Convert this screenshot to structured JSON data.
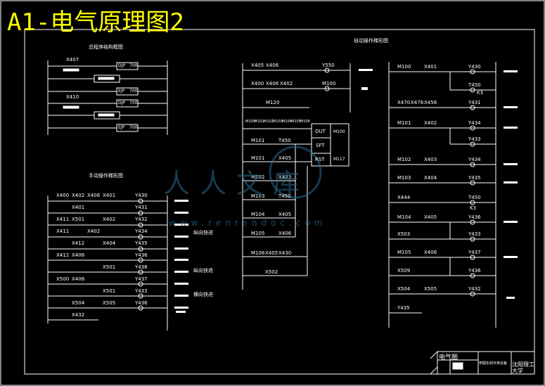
{
  "overlay_title": "A1-电气原理图2",
  "watermark": {
    "text": "人人文库",
    "url": "www.renrendoc.com"
  },
  "sections": {
    "program_structure": "总程序结构框图",
    "manual": "手动操作梯形图",
    "auto": "自动操作梯形图"
  },
  "side_notes": [
    "纵向快进",
    "纵向快退",
    "横向快进"
  ],
  "title_block": {
    "drawing_name": "电气图",
    "machine": "伊圆车削专用设备",
    "school": "沈阳理工大学"
  },
  "left_block": {
    "contacts": [
      "X407",
      "X410"
    ],
    "instructions": [
      "DJP",
      "700",
      "EJP",
      "700",
      "DJP",
      "700",
      "EJP",
      "700"
    ]
  },
  "manual_rungs": [
    {
      "contacts": [
        "X400",
        "X402",
        "X406",
        "X401"
      ],
      "coil": "Y430"
    },
    {
      "contacts": [
        "X401"
      ],
      "coil": "Y431"
    },
    {
      "contacts": [
        "X411",
        "X501",
        "X402"
      ],
      "coil": "Y432"
    },
    {
      "contacts": [
        "X411",
        "X402"
      ],
      "coil": "Y434"
    },
    {
      "contacts": [
        "X412",
        "X404"
      ],
      "coil": "Y435"
    },
    {
      "contacts": [
        "X412",
        "X406"
      ],
      "coil": "Y436"
    },
    {
      "contacts": [
        "X501"
      ],
      "coil": "Y438"
    },
    {
      "contacts": [
        "X500",
        "X406"
      ],
      "coil": "Y437"
    },
    {
      "contacts": [
        "X501"
      ],
      "coil": "Y433"
    },
    {
      "contacts": [
        "X504",
        "X505"
      ],
      "coil": "Y436"
    },
    {
      "contacts": [
        "X432"
      ],
      "coil": ""
    }
  ],
  "mid_rungs": [
    {
      "contacts": [
        "X405",
        "X406"
      ],
      "coil": "Y550"
    },
    {
      "contacts": [
        "X400",
        "X406",
        "X402"
      ],
      "coil": "M100"
    },
    {
      "contacts": [
        "M120"
      ],
      "coil": ""
    }
  ],
  "shift_register": {
    "inputs": [
      "M100",
      "M101",
      "M102",
      "M103",
      "M104",
      "M105",
      "M106"
    ],
    "labels": [
      "OUT",
      "SFT",
      "RST"
    ],
    "range": [
      "M100",
      "M117"
    ]
  },
  "mid_lower_rungs": [
    {
      "contacts": [
        "M101",
        "T450"
      ]
    },
    {
      "contacts": [
        "M101",
        "X405"
      ]
    },
    {
      "contacts": [
        "M102",
        "X403"
      ]
    },
    {
      "contacts": [
        "M103",
        "T450"
      ]
    },
    {
      "contacts": [
        "M104",
        "X405"
      ]
    },
    {
      "contacts": [
        "M105",
        "X406"
      ]
    },
    {
      "contacts": [
        "M106",
        "X405",
        "X430"
      ]
    },
    {
      "contacts": [
        "X502"
      ]
    }
  ],
  "right_rungs": [
    {
      "contacts": [
        "M100",
        "X401"
      ],
      "coil": "Y430"
    },
    {
      "contacts": [],
      "coil": "T450",
      "note": "K3"
    },
    {
      "contacts": [
        "X470",
        "X478",
        "X456"
      ],
      "coil": "Y431"
    },
    {
      "contacts": [
        "M101",
        "X402"
      ],
      "coil": "Y434"
    },
    {
      "contacts": [],
      "coil": "Y433"
    },
    {
      "contacts": [
        "M102",
        "X403"
      ],
      "coil": "Y434"
    },
    {
      "contacts": [
        "M103",
        "X404"
      ],
      "coil": "Y435"
    },
    {
      "contacts": [
        "X444"
      ],
      "coil": "T450",
      "note": "K3"
    },
    {
      "contacts": [
        "M104",
        "X405"
      ],
      "coil": "Y436"
    },
    {
      "contacts": [
        "X503"
      ],
      "coil": "Y433"
    },
    {
      "contacts": [
        "M105",
        "X406"
      ],
      "coil": "Y437"
    },
    {
      "contacts": [
        "X509"
      ],
      "coil": "Y436"
    },
    {
      "contacts": [
        "X504",
        "X505"
      ],
      "coil": "Y432"
    },
    {
      "contacts": [
        "Y435"
      ],
      "coil": ""
    }
  ]
}
